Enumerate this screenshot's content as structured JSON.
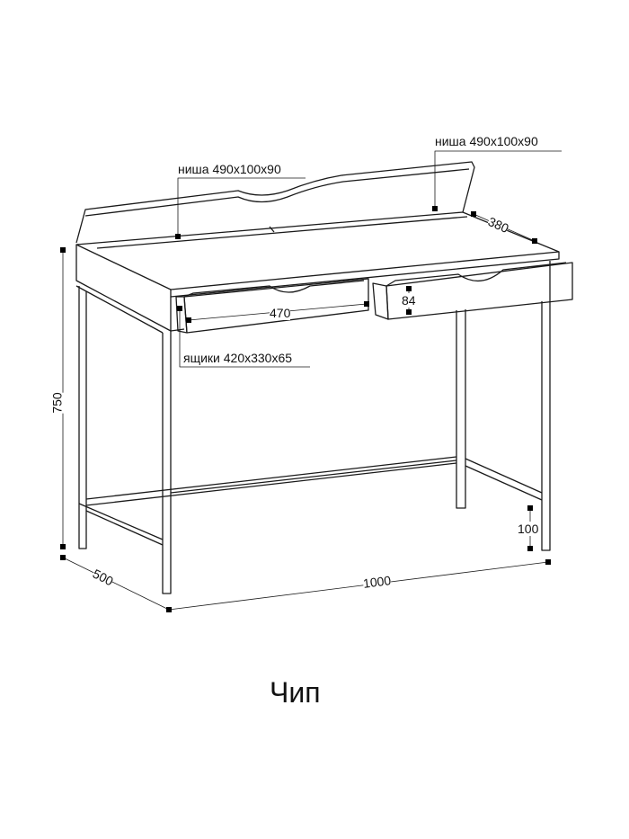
{
  "drawing": {
    "title": "Чип",
    "stroke_color": "#1a1a1a",
    "callouts": {
      "niche_left": "ниша 490x100x90",
      "niche_right": "ниша 490x100x90",
      "drawers": "ящики 420x330x65"
    },
    "dimensions": {
      "height": "750",
      "depth": "500",
      "width": "1000",
      "shelf_depth": "380",
      "drawer_width": "470",
      "drawer_height": "84",
      "stretcher_height": "100"
    }
  }
}
